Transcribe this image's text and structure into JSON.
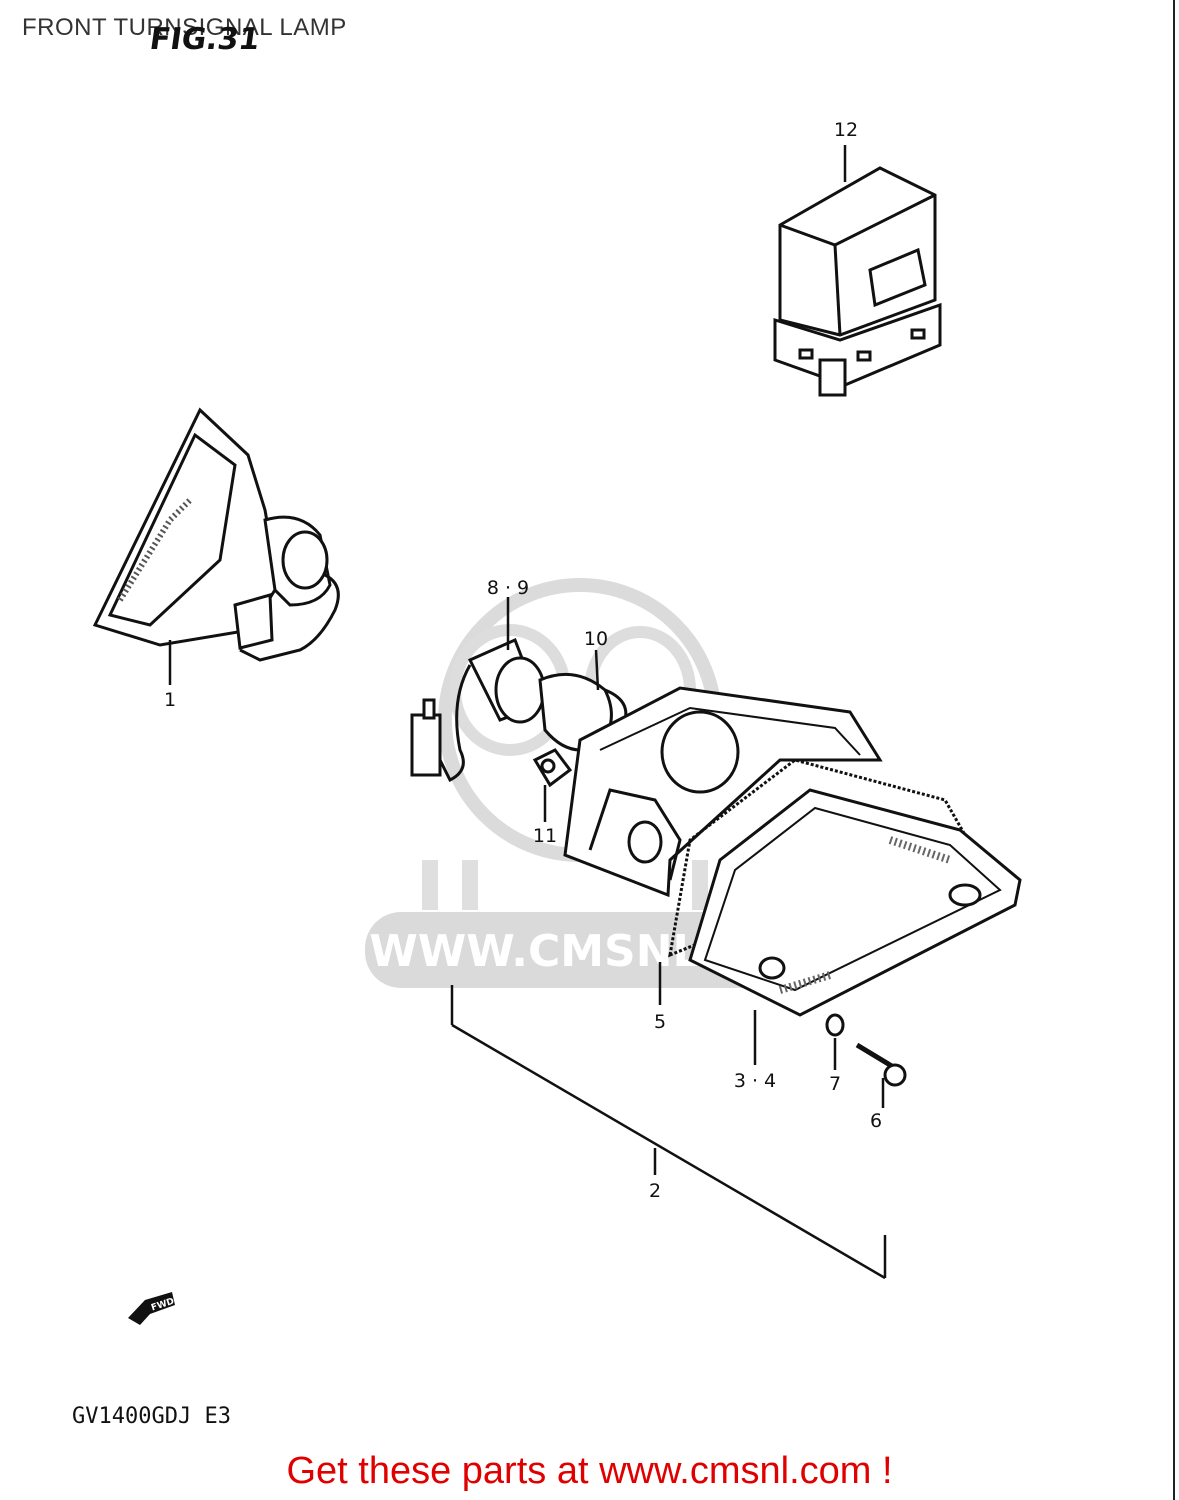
{
  "header": {
    "title": "FRONT TURNSIGNAL LAMP",
    "figure": "FIG.31"
  },
  "watermark": {
    "text": "WWW.CMSNL.COM"
  },
  "parts": {
    "p1": "1",
    "p2": "2",
    "p34": "3 · 4",
    "p5": "5",
    "p6": "6",
    "p7": "7",
    "p89": "8 · 9",
    "p10": "10",
    "p11": "11",
    "p12": "12"
  },
  "direction_badge": "FWD",
  "model_code": "GV1400GDJ E3",
  "footer": {
    "cta": "Get these parts at www.cmsnl.com !"
  },
  "colors": {
    "cta": "#e00000",
    "watermark": "#d6d6d6",
    "line": "#111111"
  }
}
